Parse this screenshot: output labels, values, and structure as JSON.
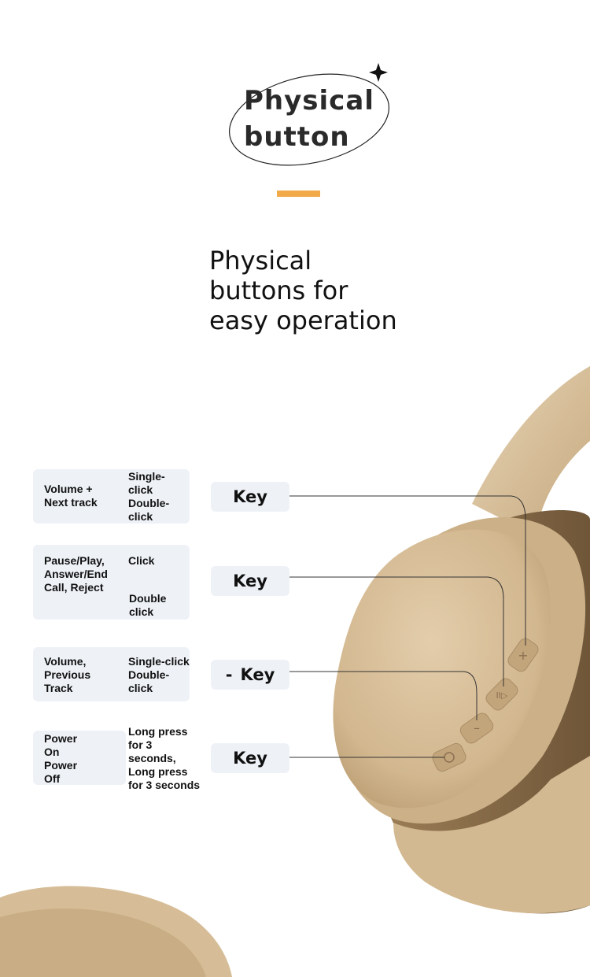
{
  "header": {
    "title_line1": "Physical",
    "title_line2": "button"
  },
  "headline": {
    "line1": "Physical",
    "line2": "buttons for",
    "line3": "easy operation"
  },
  "colors": {
    "accent": "#f2a94a",
    "card_bg": "#eef2f7",
    "headphone": "#d8c09f"
  },
  "rows": [
    {
      "function_lines": [
        "Volume +",
        "Next track"
      ],
      "action_lines": [
        "Single-",
        "click",
        "Double-",
        "click"
      ],
      "key_symbol": "",
      "key_label": "Key"
    },
    {
      "function_lines": [
        "Pause/Play,",
        "Answer/End",
        "Call, Reject"
      ],
      "action_lines": [
        "Click",
        "Double",
        "click"
      ],
      "key_symbol": "",
      "key_label": "Key"
    },
    {
      "function_lines": [
        "Volume,",
        "Previous",
        "Track"
      ],
      "action_lines": [
        "Single-click",
        "Double-",
        "click"
      ],
      "key_symbol": "-",
      "key_label": "Key"
    },
    {
      "function_lines": [
        "Power",
        "On",
        "Power",
        "Off"
      ],
      "action_lines": [
        "Long press",
        "for 3",
        "seconds,",
        "Long press",
        "for 3 seconds"
      ],
      "key_symbol": "",
      "key_label": "Key"
    }
  ]
}
